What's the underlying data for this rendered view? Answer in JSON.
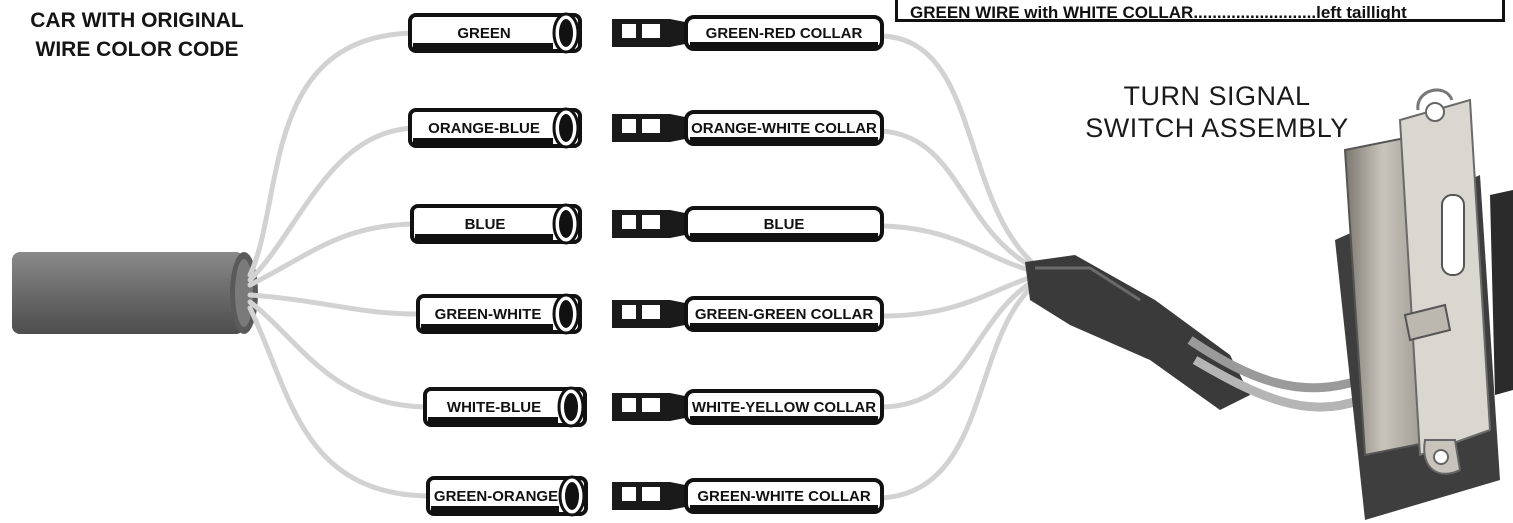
{
  "header_left": {
    "line1": "CAR WITH ORIGINAL",
    "line2": "WIRE COLOR CODE"
  },
  "header_right": {
    "line1": "TURN SIGNAL",
    "line2": "SWITCH ASSEMBLY"
  },
  "note": "GREEN WIRE with WHITE COLLAR..........................left taillight",
  "car_wires": [
    {
      "label": "GREEN"
    },
    {
      "label": "ORANGE-BLUE"
    },
    {
      "label": "BLUE"
    },
    {
      "label": "GREEN-WHITE"
    },
    {
      "label": "WHITE-BLUE"
    },
    {
      "label": "GREEN-ORANGE"
    }
  ],
  "switch_wires": [
    {
      "label": "GREEN-RED COLLAR"
    },
    {
      "label": "ORANGE-WHITE COLLAR"
    },
    {
      "label": "BLUE"
    },
    {
      "label": "GREEN-GREEN COLLAR"
    },
    {
      "label": "WHITE-YELLOW COLLAR"
    },
    {
      "label": "GREEN-WHITE COLLAR"
    }
  ],
  "colors": {
    "wire": "#d4d4d4",
    "cable_sheath": "#6d6d6d",
    "connector_outline": "#111111",
    "tape": "#3a3a3a",
    "switch_metal": "#a8a39a"
  }
}
